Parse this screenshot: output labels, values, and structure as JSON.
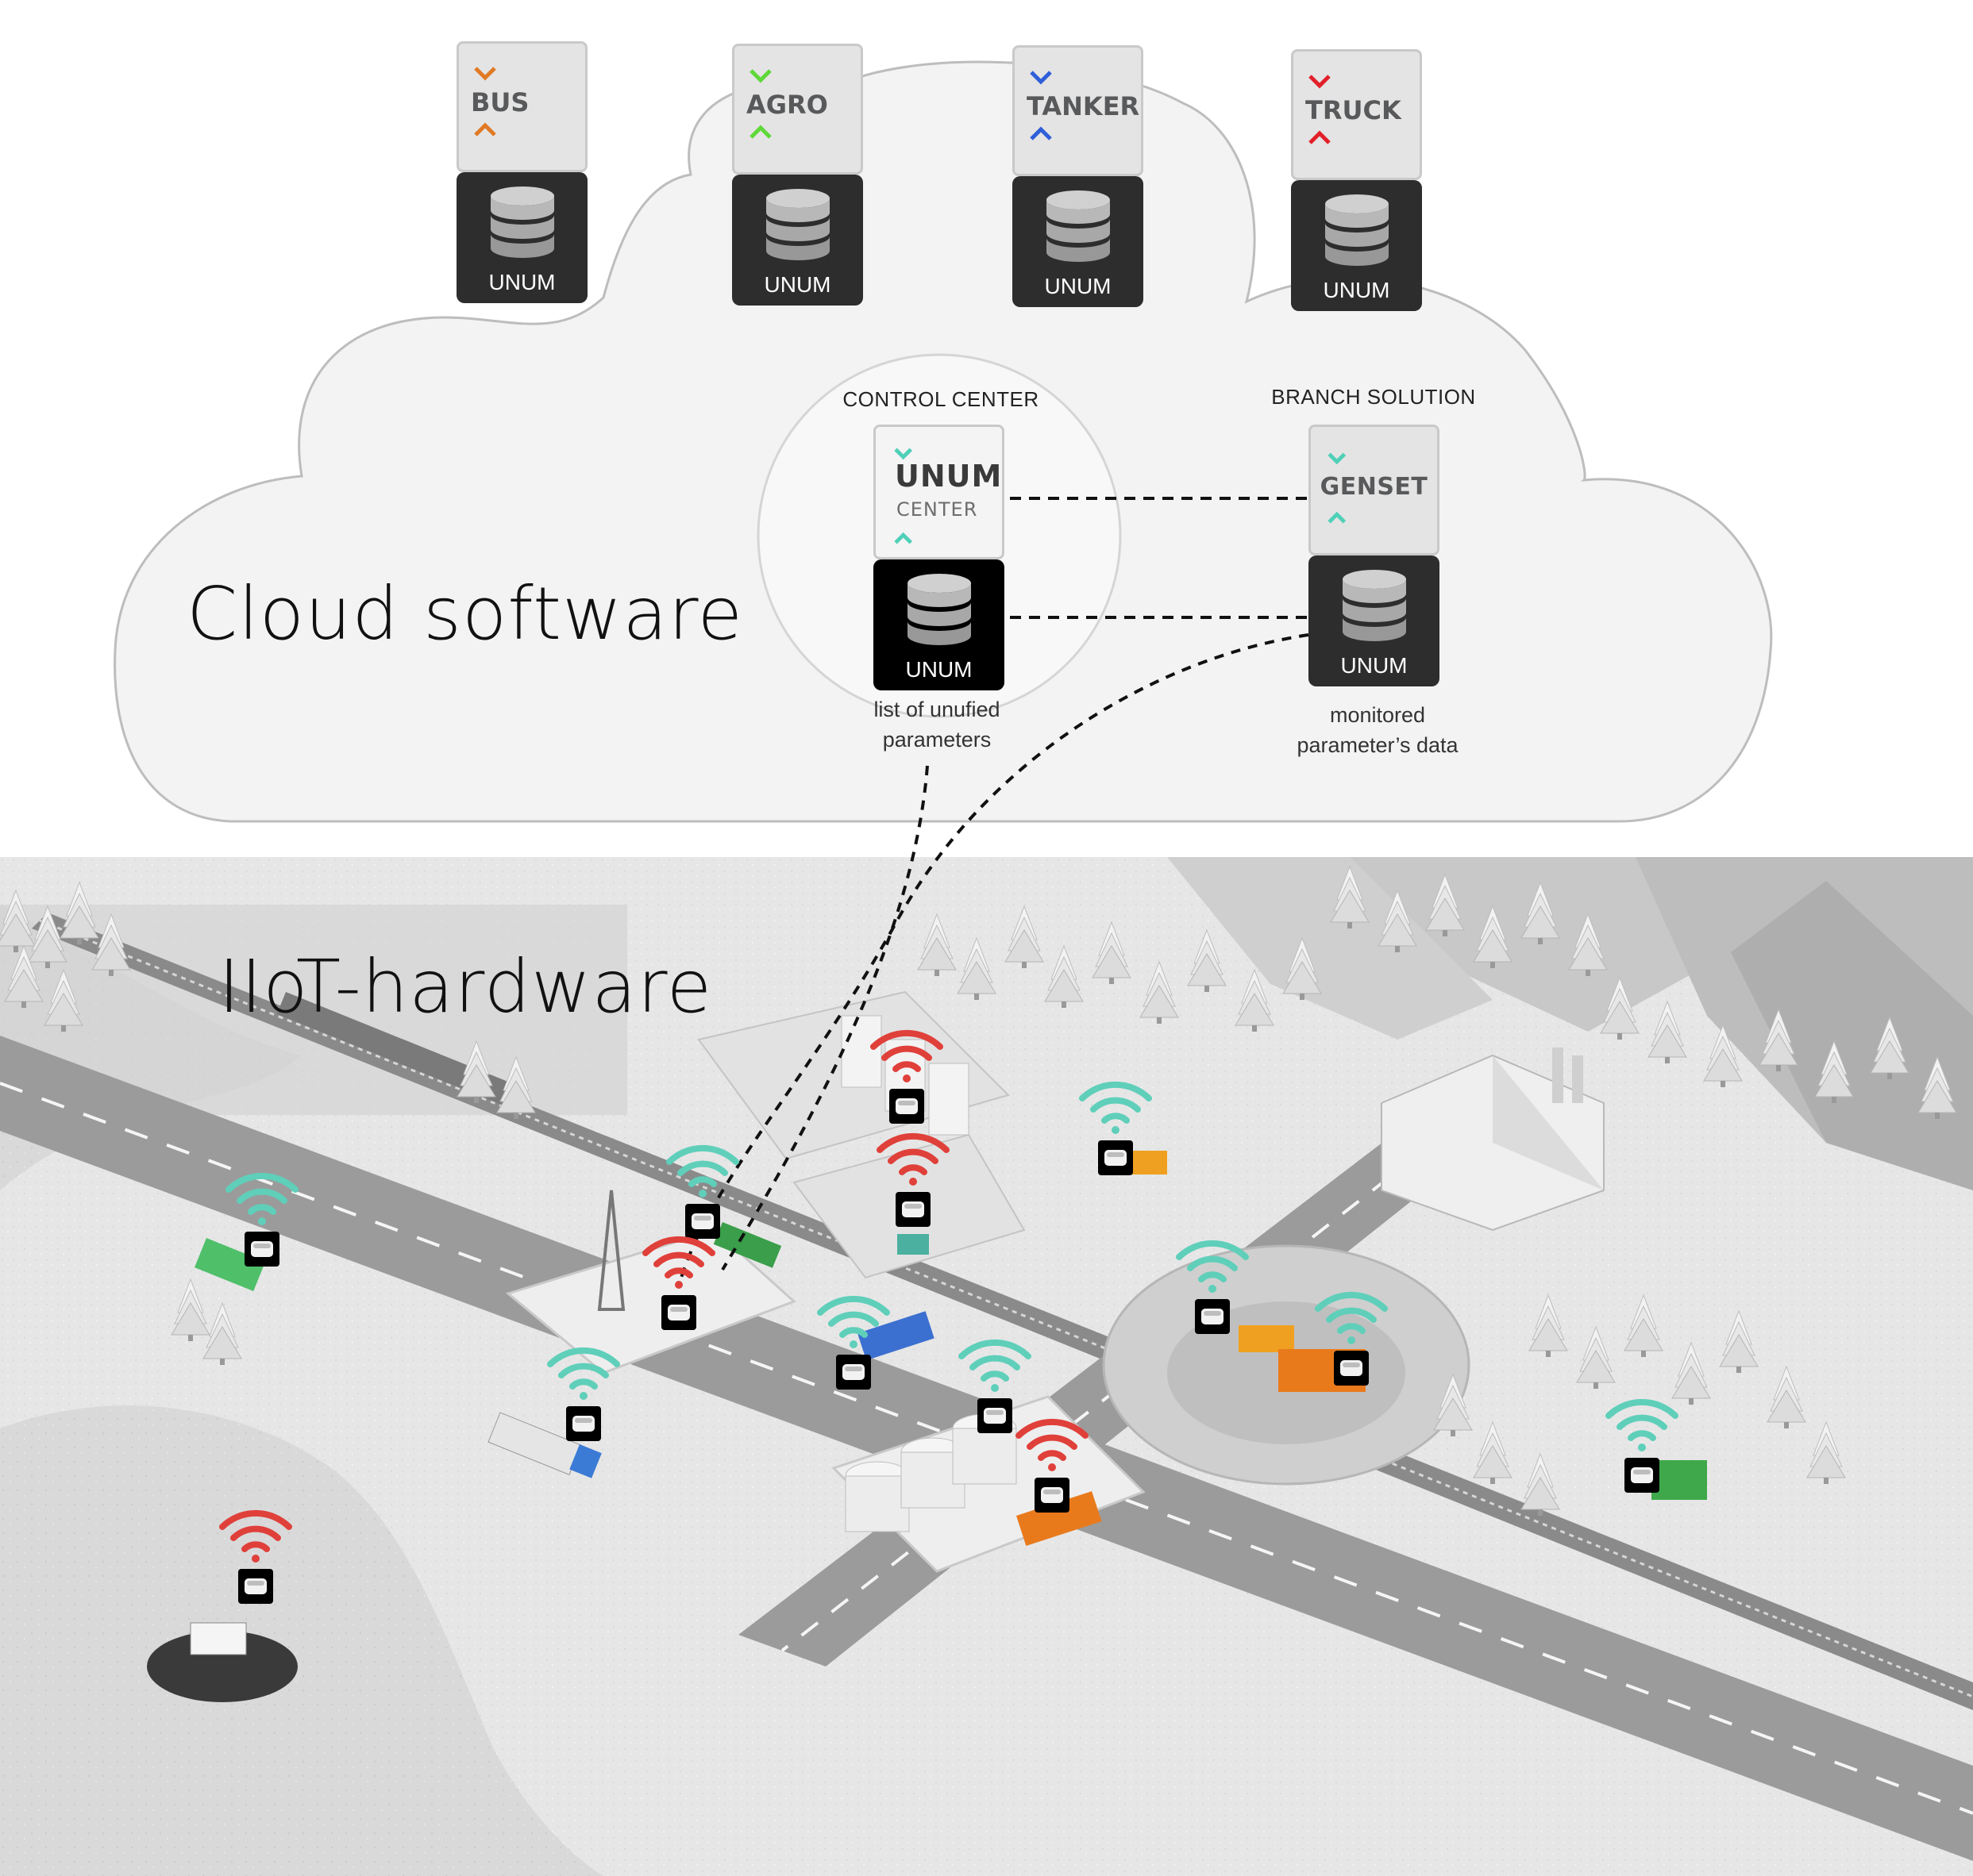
{
  "cloud": {
    "title": "Cloud software",
    "modules": [
      {
        "label": "BUS",
        "color": "#e07a25",
        "db_label": "UNUM"
      },
      {
        "label": "AGRO",
        "color": "#5fd83a",
        "db_label": "UNUM"
      },
      {
        "label": "TANKER",
        "color": "#2f5fd8",
        "db_label": "UNUM"
      },
      {
        "label": "TRUCK",
        "color": "#e2202a",
        "db_label": "UNUM"
      }
    ],
    "control_center": {
      "heading": "CONTROL CENTER",
      "logo_main": "UNUM",
      "logo_sub": "CENTER",
      "db_label": "UNUM",
      "caption_line1": "list of unufied",
      "caption_line2": "parameters",
      "accent": "#4fd0b8"
    },
    "branch_solution": {
      "heading": "BRANCH SOLUTION",
      "label": "GENSET",
      "db_label": "UNUM",
      "caption_line1": "monitored",
      "caption_line2": "parameter’s data",
      "accent": "#4fd0b8"
    }
  },
  "hardware": {
    "title": "IIoT-hardware",
    "signal_colors": {
      "teal": "#5fcfba",
      "red": "#e0403a"
    }
  }
}
